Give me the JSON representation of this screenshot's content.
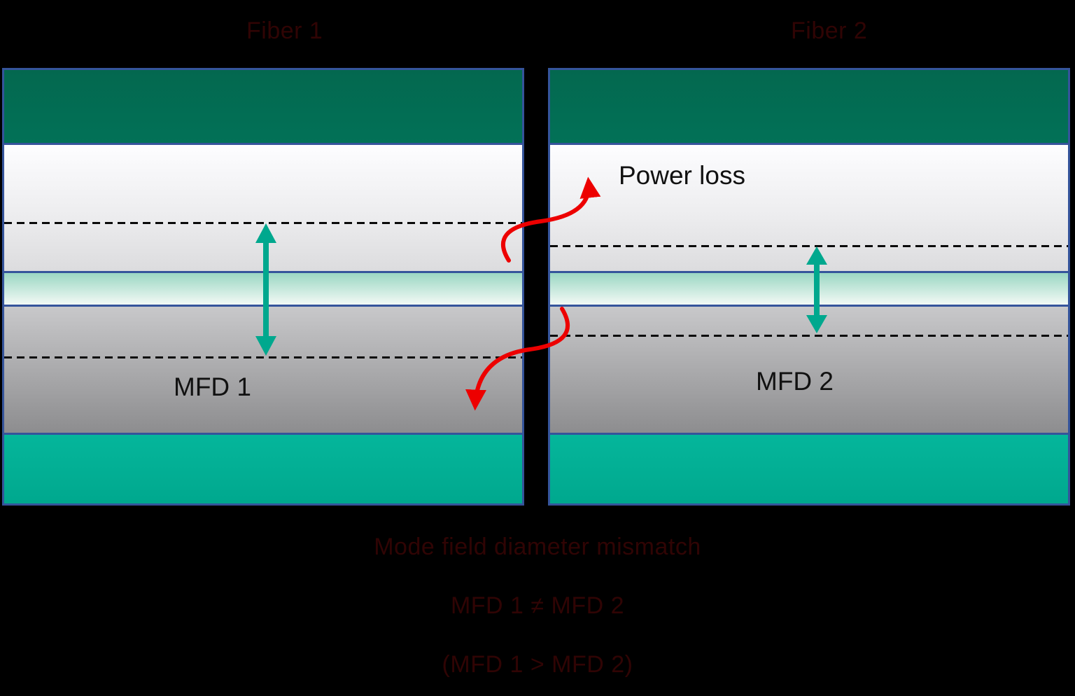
{
  "colors": {
    "background": "#000000",
    "border-blue": "#35549B",
    "green-top-a": "#03684F",
    "green-top-b": "#027157",
    "inner-top-a": "#FDFDFF",
    "inner-top-mid": "#EDEDEF",
    "inner-top-b": "#DCDCDE",
    "core-a": "#9BD7C3",
    "core-b": "#F2F9F5",
    "inner-bottom-a": "#C8C8CA",
    "inner-bottom-b": "#8D8D8F",
    "teal-bottom-a": "#05B69B",
    "teal-bottom-b": "#00A88E",
    "arrow-teal": "#00A88E",
    "arrow-red": "#ED0000",
    "dash-black": "#0A0A0A",
    "label-black": "#111111",
    "hidden-text": "#300404"
  },
  "fiber1": {
    "title": "Fiber 1",
    "mfd_label": "MFD 1"
  },
  "fiber2": {
    "title": "Fiber 2",
    "mfd_label": "MFD 2",
    "power_loss_label": "Power loss"
  },
  "captions": {
    "line1": "Mode field diameter mismatch",
    "line2": "MFD 1 ≠ MFD 2",
    "line3": "(MFD 1 > MFD 2)"
  },
  "icons": {
    "mfd1_arrow": "double-headed-vertical-arrow",
    "mfd2_arrow": "double-headed-vertical-arrow",
    "power_loss_upper_arrow": "curved-s-arrow-up",
    "power_loss_lower_arrow": "curved-s-arrow-down"
  }
}
